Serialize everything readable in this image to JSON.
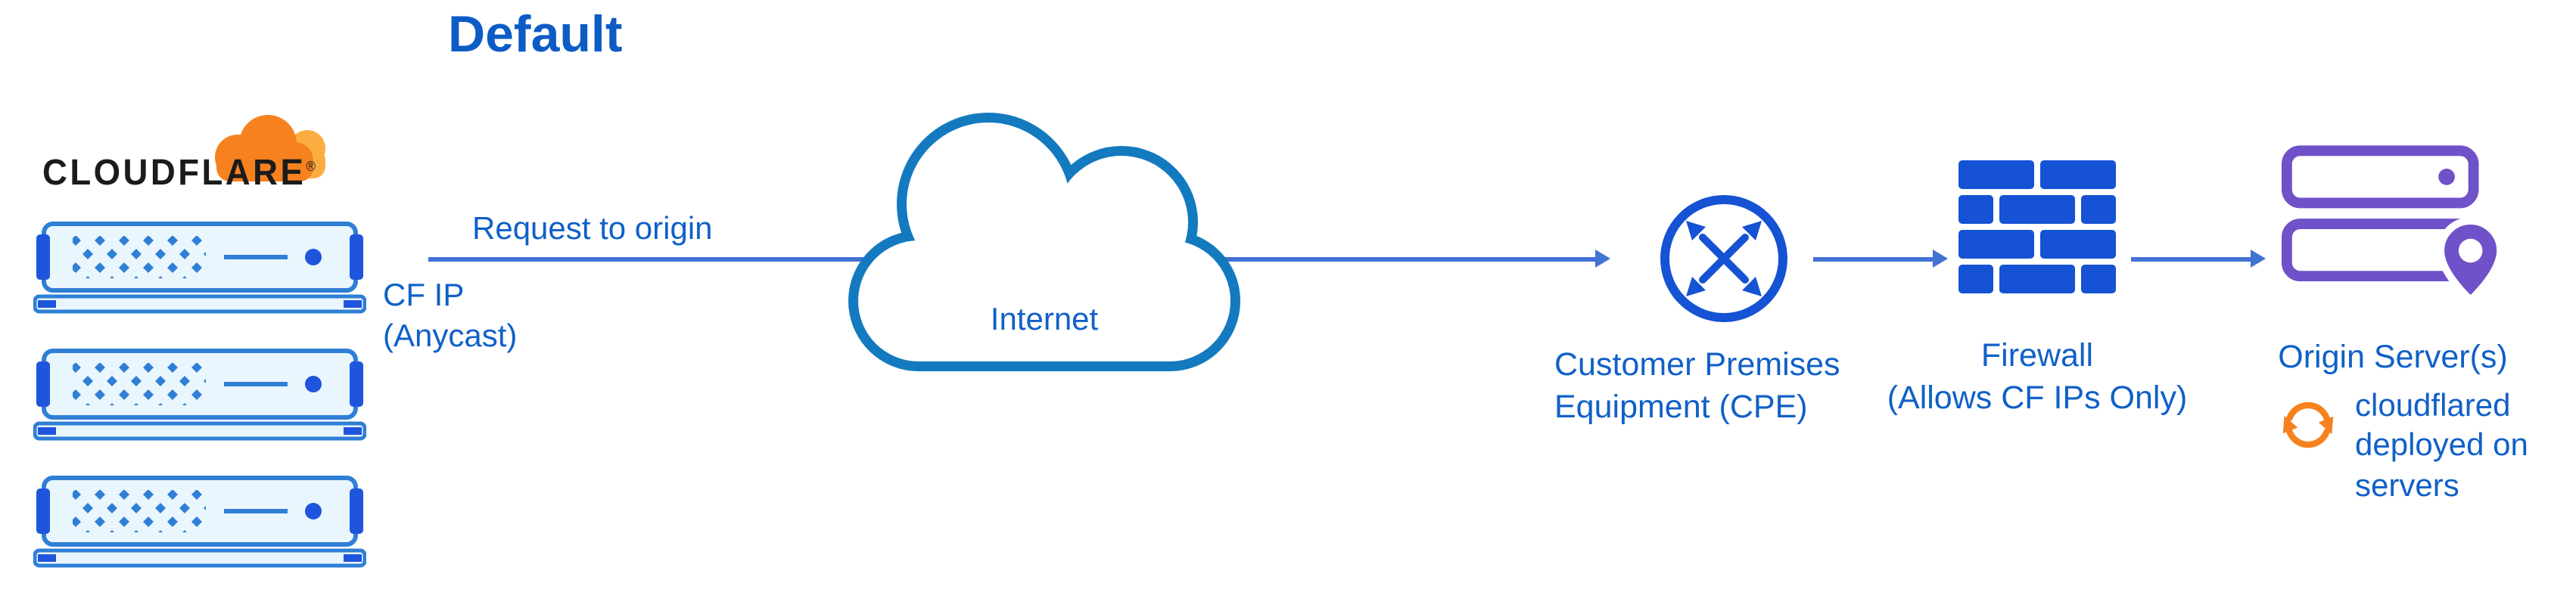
{
  "title": "Default",
  "cloudflare": {
    "brand": "CLOUDFLARE",
    "registered": "®"
  },
  "flow": {
    "request_label": "Request to origin",
    "cf_ip_label": "CF IP\n(Anycast)"
  },
  "internet": {
    "label": "Internet"
  },
  "cpe": {
    "label": "Customer Premises\nEquipment (CPE)"
  },
  "firewall": {
    "label": "Firewall\n(Allows CF IPs Only)"
  },
  "origin": {
    "label": "Origin Server(s)",
    "cloudflared_note": "cloudflared\ndeployed on\nservers"
  },
  "icons": {
    "cloudflare-logo-icon": "orange cloudflare cloud",
    "edge-server-icon": "blue rack server (x3)",
    "internet-cloud-icon": "blue cloud outline",
    "cpe-router-icon": "circle with crossing arrows",
    "firewall-icon": "blue brick wall",
    "origin-servers-icon": "purple stacked servers with location pin",
    "cloudflared-sync-icon": "orange circular sync arrows",
    "flow-arrow": "blue right arrow"
  },
  "colors": {
    "text_blue": "#1060c8",
    "title_blue": "#0d5cc6",
    "arrow_blue": "#4272d4",
    "cloud_stroke_blue": "#147abf",
    "icon_blue": "#1552d4",
    "server_fill": "#eaf6fd",
    "server_stroke": "#2f7fd6",
    "server_accent": "#1f55dd",
    "origin_purple": "#6f51c9",
    "brand_orange": "#f6821f",
    "brand_orange_light": "#fbad41",
    "wordmark_black": "#1b1b1b"
  }
}
